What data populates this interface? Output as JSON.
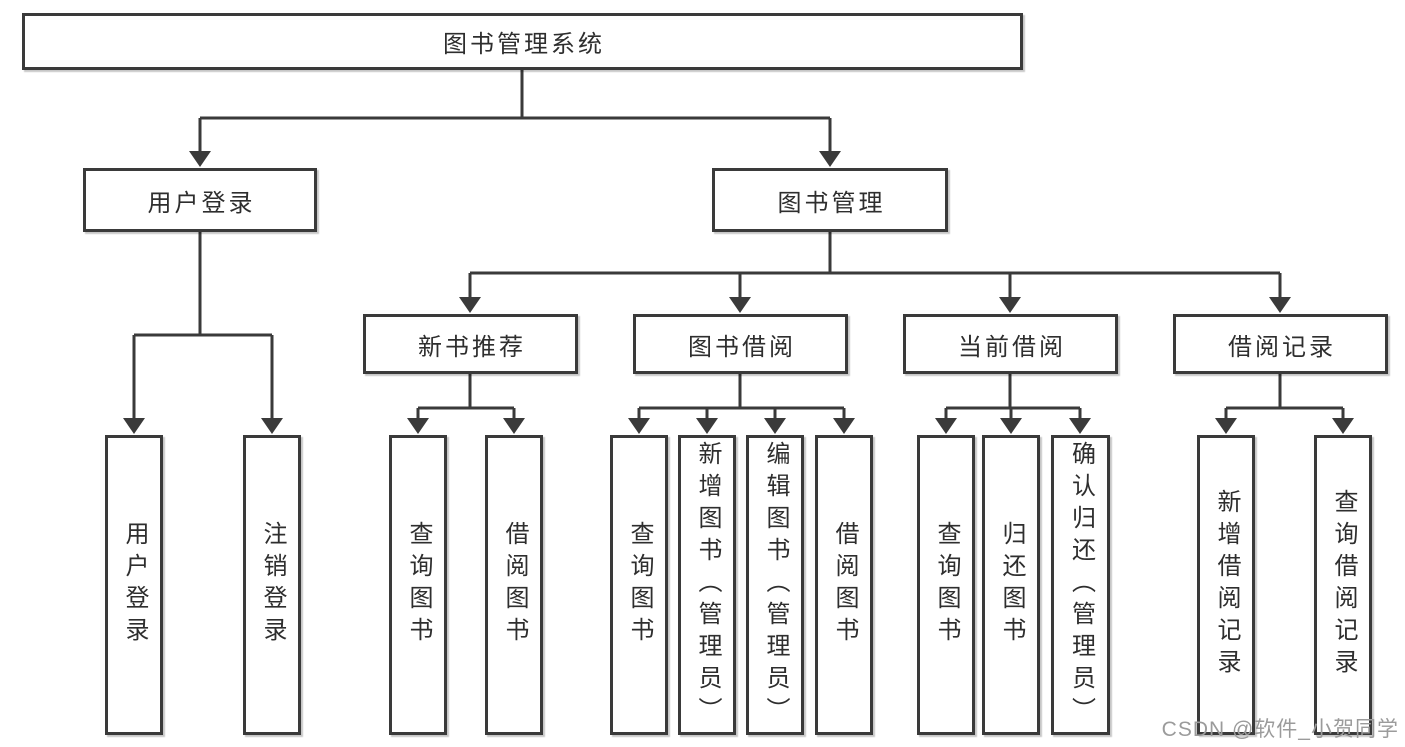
{
  "title": "图书管理系统",
  "level2": {
    "login": "用户登录",
    "management": "图书管理"
  },
  "login_children": [
    "用户登录",
    "注销登录"
  ],
  "groups": [
    {
      "label": "新书推荐",
      "children": [
        "查询图书",
        "借阅图书"
      ]
    },
    {
      "label": "图书借阅",
      "children": [
        "查询图书",
        "新增图书（管理员）",
        "编辑图书（管理员）",
        "借阅图书"
      ]
    },
    {
      "label": "当前借阅",
      "children": [
        "查询图书",
        "归还图书",
        "确认归还（管理员）"
      ]
    },
    {
      "label": "借阅记录",
      "children": [
        "新增借阅记录",
        "查询借阅记录"
      ]
    }
  ],
  "watermark": "CSDN @软件_小贺同学",
  "colors": {
    "line": "#3a3a3a",
    "text": "#2e2e2e",
    "watermark": "#9b9b9b",
    "background": "#ffffff"
  }
}
